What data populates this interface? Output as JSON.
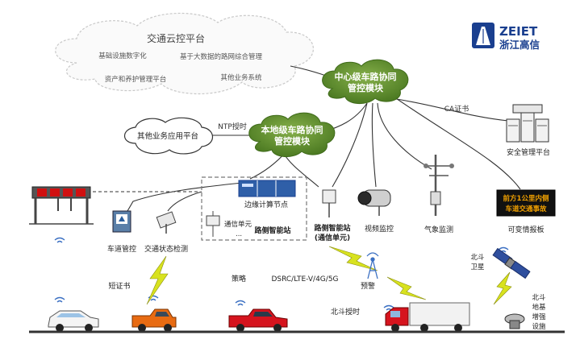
{
  "brand": {
    "name_en": "ZEIET",
    "name_cn": "浙江高信",
    "color": "#1a3f8f"
  },
  "cloud_platform": {
    "title": "交通云控平台",
    "items": [
      "基础设施数字化",
      "基于大数据的路网综合管理",
      "资产和养护管理平台",
      "其他业务系统"
    ]
  },
  "central_module": {
    "line1": "中心级车路协同",
    "line2": "管控模块"
  },
  "local_module": {
    "line1": "本地级车路协同",
    "line2": "管控模块"
  },
  "other_platform": "其他业务应用平台",
  "ntp_label": "NTP授时",
  "ca_label": "CA证书",
  "security_platform": "安全管理平台",
  "edge_node": "边缘计算节点",
  "comm_unit": "通信单元",
  "ellipsis": "...",
  "roadside_station": "路侧智能站",
  "roadside_station_comm": {
    "line1": "路侧智能站",
    "line2": "(通信单元)"
  },
  "devices": {
    "lane_control": "车道管控",
    "traffic_detection": "交通状态检测",
    "video": "视频监控",
    "weather": "气象监测",
    "vms": "可变情报板"
  },
  "vms_text": {
    "line1": "前方1公里内侧",
    "line2": "车道交通事故"
  },
  "labels": {
    "short_cert": "短证书",
    "strategy": "策略",
    "dsrc": "DSRC/LTE-V/4G/5G",
    "warning": "预警",
    "beidou_timing": "北斗授时",
    "beidou_sat": {
      "line1": "北斗",
      "line2": "卫星"
    },
    "beidou_ground": {
      "line1": "北斗",
      "line2": "地基",
      "line3": "增强",
      "line4": "设施"
    }
  },
  "colors": {
    "cloud_green": "#5d8a2e",
    "vms_bg": "#111111",
    "vms_text": "#f0a000",
    "lightning": "#d8e21f",
    "road": "#333333"
  }
}
